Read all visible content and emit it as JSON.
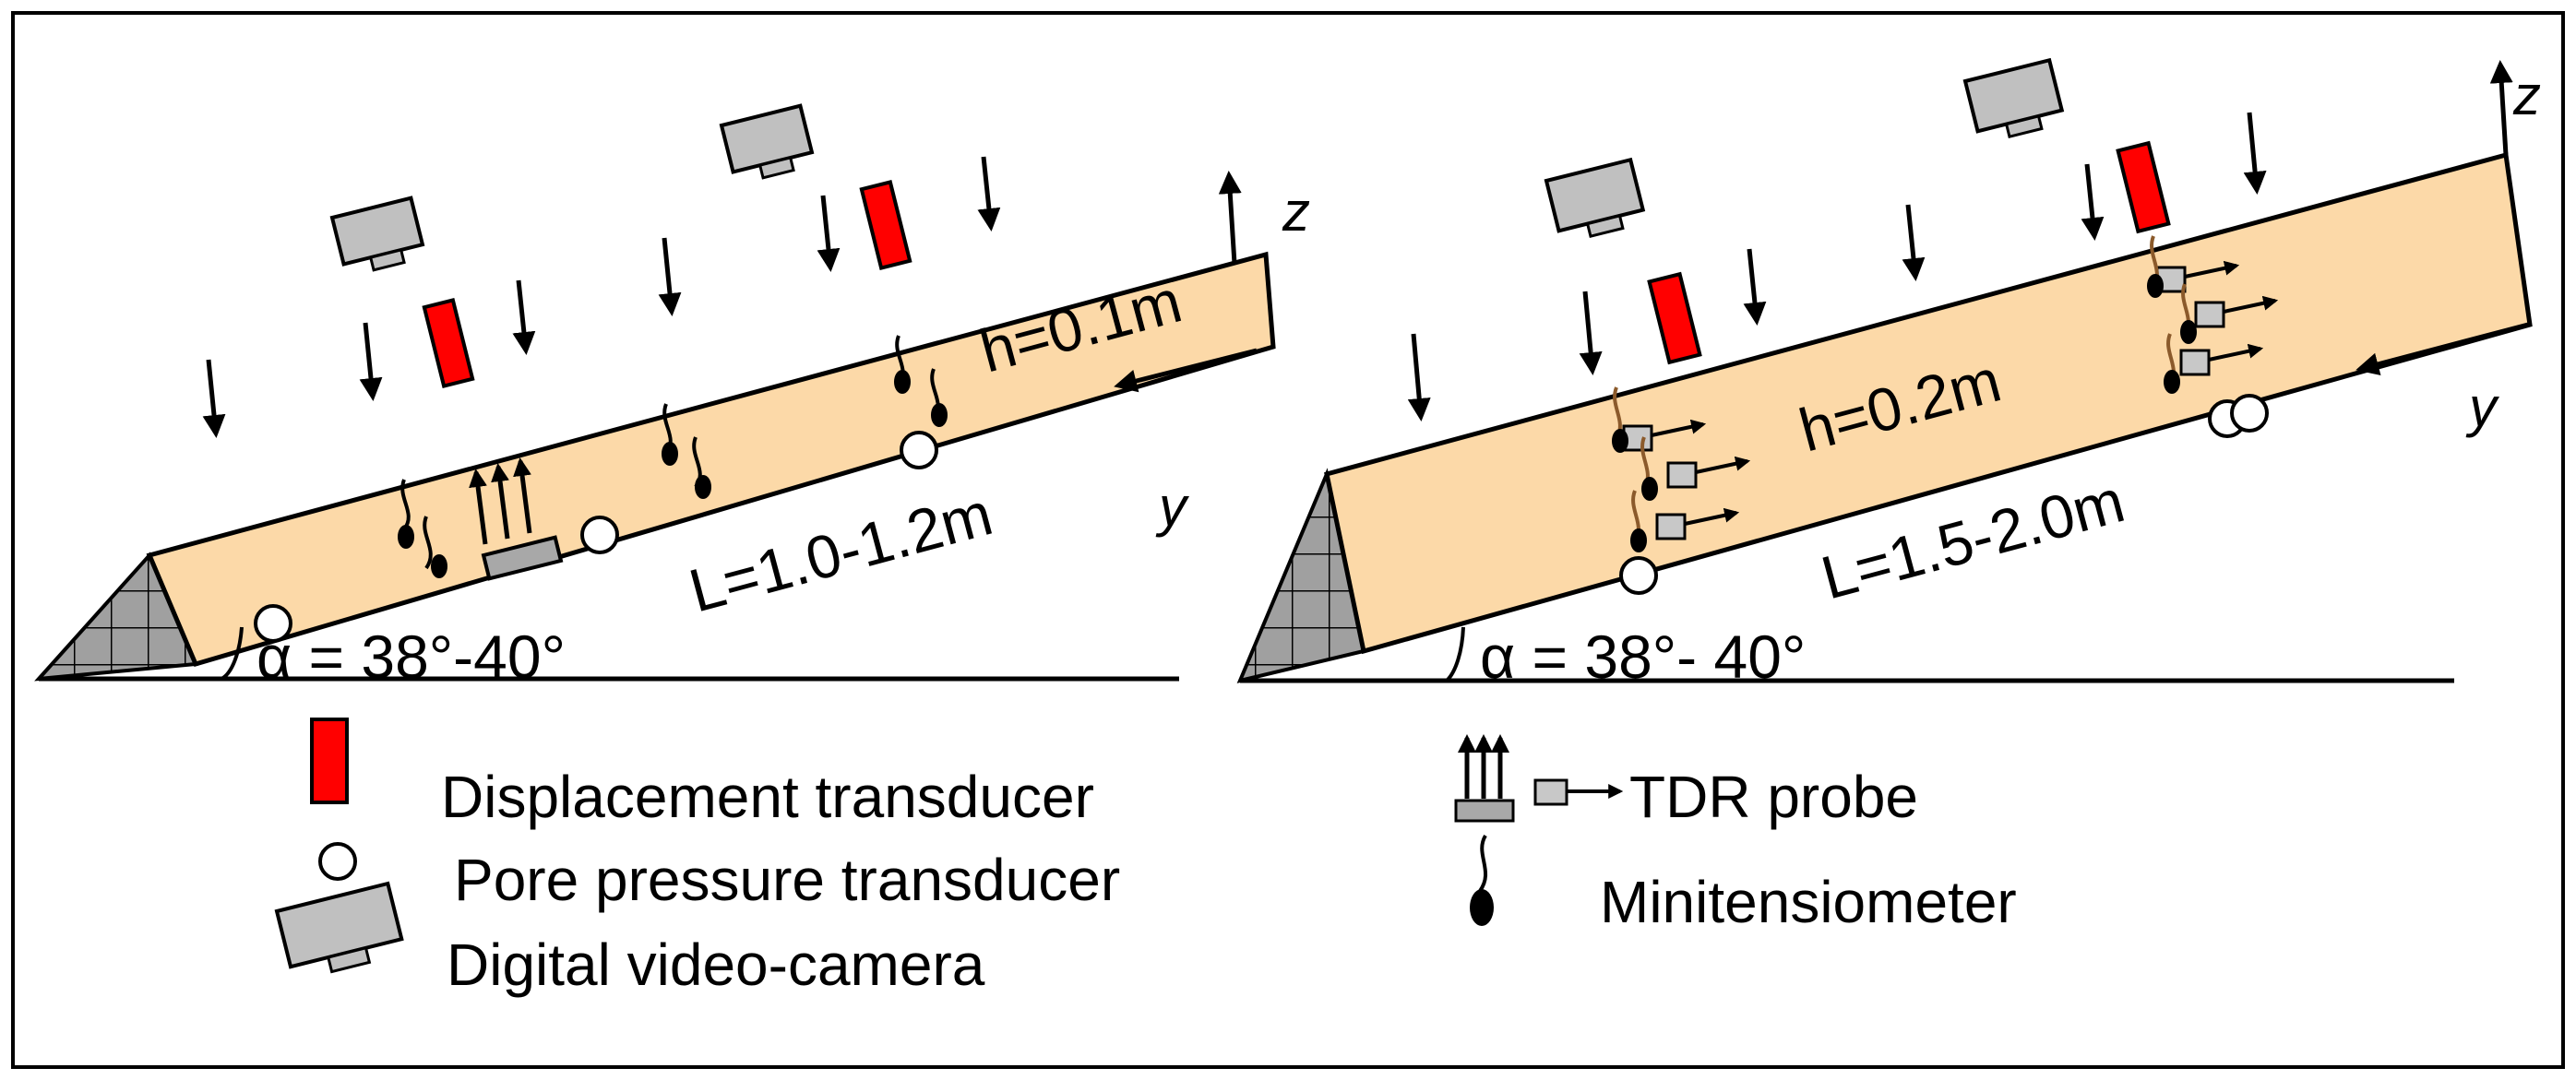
{
  "colors": {
    "soil": "#FCD9A8",
    "transducer": "#FF0000",
    "camera": "#C0C0C0",
    "grid": "#A0A0A0",
    "probe": "#C8C8C8",
    "outline": "#000000"
  },
  "left_panel": {
    "axis_z": "z",
    "axis_y": "y",
    "thickness": "h=0.1m",
    "length": "L=1.0-1.2m",
    "angle": "α = 38°-40°"
  },
  "right_panel": {
    "axis_z": "z",
    "axis_y": "y",
    "thickness": "h=0.2m",
    "length": "L=1.5-2.0m",
    "angle": "α = 38°- 40°"
  },
  "legend": {
    "displacement": "Displacement transducer",
    "pore_pressure": "Pore pressure transducer",
    "camera": "Digital video-camera",
    "tdr": "TDR probe",
    "tensiometer": "Minitensiometer"
  },
  "icons": [
    "displacement-transducer-icon",
    "pore-pressure-transducer-icon",
    "video-camera-icon",
    "tdr-probe-icon",
    "minitensiometer-icon",
    "rain-arrow-icon"
  ]
}
